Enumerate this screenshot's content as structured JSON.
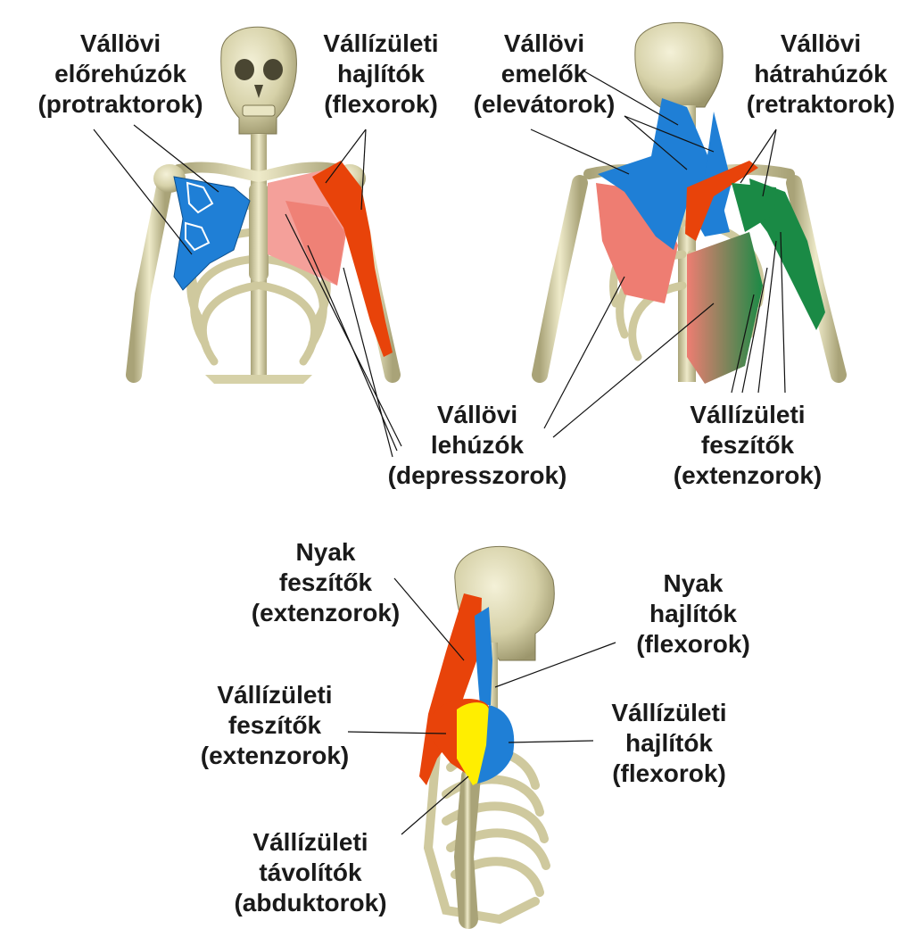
{
  "colors": {
    "bone": "#d6d1a8",
    "bone_dark": "#8f8a63",
    "bone_light": "#eeeac9",
    "blue": "#1f7fd6",
    "red": "#e8430a",
    "pink": "#f4a09a",
    "salmon": "#ee7d72",
    "green": "#1a8a45",
    "yellow": "#ffee00",
    "text": "#1a1a1a"
  },
  "labels": {
    "protractors": [
      "Vállövi",
      "előrehúzók",
      "(protraktorok)"
    ],
    "shoulder_flexors_front": [
      "Vállízületi",
      "hajlítók",
      "(flexorok)"
    ],
    "elevators": [
      "Vállövi",
      "emelők",
      "(elevátorok)"
    ],
    "retractors": [
      "Vállövi",
      "hátrahúzók",
      "(retraktorok)"
    ],
    "depressors": [
      "Vállövi",
      "lehúzók",
      "(depresszorok)"
    ],
    "shoulder_extensors_back": [
      "Vállízületi",
      "feszítők",
      "(extenzorok)"
    ],
    "neck_extensors": [
      "Nyak",
      "feszítők",
      "(extenzorok)"
    ],
    "neck_flexors": [
      "Nyak",
      "hajlítók",
      "(flexorok)"
    ],
    "shoulder_extensors_side": [
      "Vállízületi",
      "feszítők",
      "(extenzorok)"
    ],
    "shoulder_flexors_side": [
      "Vállízületi",
      "hajlítók",
      "(flexorok)"
    ],
    "abductors": [
      "Vállízületi",
      "távolítók",
      "(abduktorok)"
    ]
  },
  "figures": {
    "front": "front-view skeleton",
    "back": "back-view skeleton",
    "side": "side-view skeleton"
  }
}
